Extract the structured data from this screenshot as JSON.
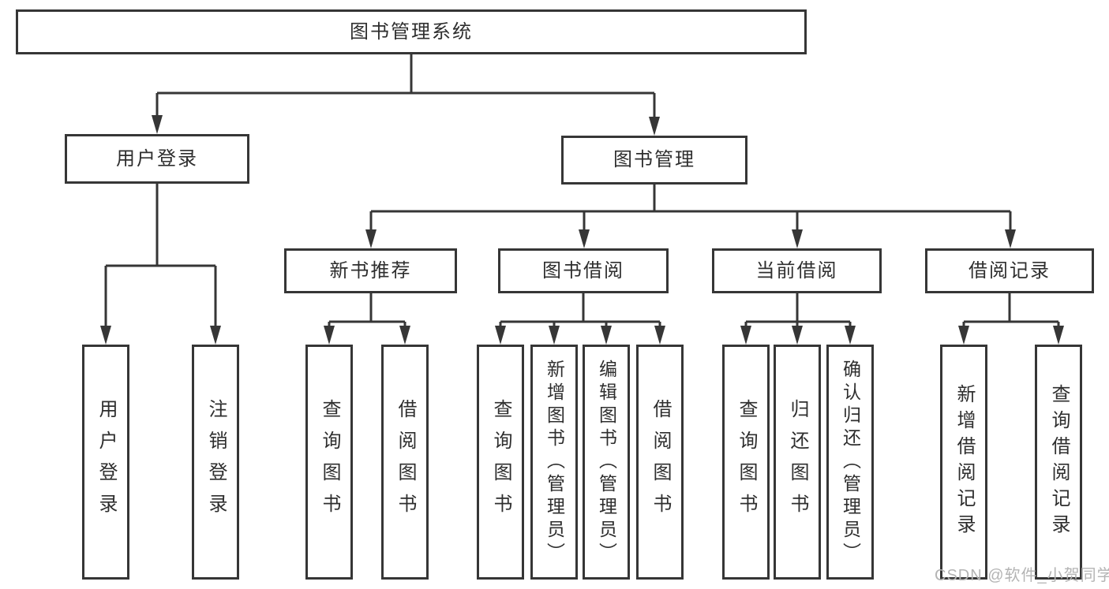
{
  "diagram_title": "图书管理系统",
  "nodes": {
    "root": {
      "label": "图书管理系统"
    },
    "user_login_branch": {
      "label": "用户登录"
    },
    "book_mgmt_branch": {
      "label": "图书管理"
    },
    "new_book_rec": {
      "label": "新书推荐"
    },
    "book_borrow": {
      "label": "图书借阅"
    },
    "current_borrow": {
      "label": "当前借阅"
    },
    "borrow_records": {
      "label": "借阅记录"
    },
    "leaf_user_login": {
      "label": "用户登录"
    },
    "leaf_logout": {
      "label": "注销登录"
    },
    "leaf_nbr_query_books": {
      "label": "查询图书"
    },
    "leaf_nbr_borrow_books": {
      "label": "借阅图书"
    },
    "leaf_bb_query_books": {
      "label": "查询图书"
    },
    "leaf_bb_add_books": {
      "label": "新增图书（管理员）"
    },
    "leaf_bb_edit_books": {
      "label": "编辑图书（管理员）"
    },
    "leaf_bb_borrow_books": {
      "label": "借阅图书"
    },
    "leaf_cb_query_books": {
      "label": "查询图书"
    },
    "leaf_cb_return_books": {
      "label": "归还图书"
    },
    "leaf_cb_confirm_return": {
      "label": "确认归还（管理员）"
    },
    "leaf_br_add_record": {
      "label": "新增借阅记录"
    },
    "leaf_br_query_record": {
      "label": "查询借阅记录"
    }
  },
  "watermark": {
    "text": "CSDN @软件_小贺同学"
  },
  "colors": {
    "line": "#363636",
    "border": "#363636",
    "text": "#2e2e2e",
    "watermark": "#b4b4b4",
    "background": "#ffffff"
  }
}
